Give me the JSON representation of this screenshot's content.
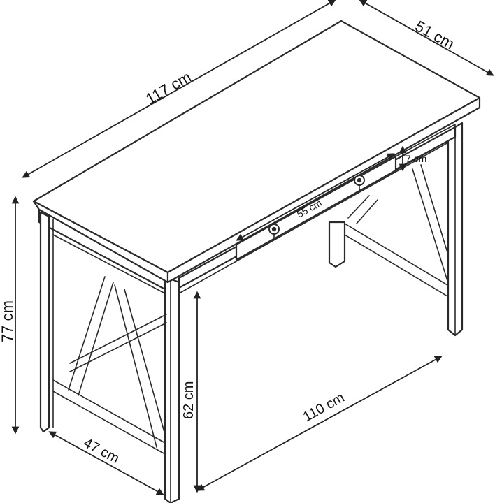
{
  "dimensions": {
    "overall_width": "117 cm",
    "depth": "51 cm",
    "height": "77 cm",
    "drawer_width": "55 cm",
    "drawer_height": "7 cm",
    "leg_clearance_height": "62 cm",
    "inner_width": "110 cm",
    "side_depth": "47 cm"
  },
  "colors": {
    "line": "#2a2a2a",
    "background": "#ffffff"
  }
}
